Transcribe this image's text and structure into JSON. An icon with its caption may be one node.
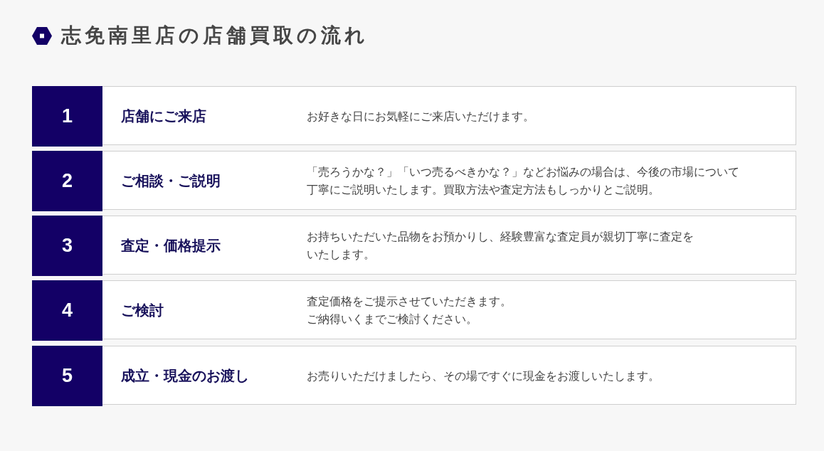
{
  "diagram": {
    "title": "志免南里店の店舗買取の流れ",
    "nodes": [
      {
        "text": [
          "店舗にご来店",
          "お好きな日にお気軽にご来店いただけます。"
        ]
      },
      {
        "text": [
          "1"
        ],
        "in": 0
      },
      {
        "text": [
          "ご相談・ご説明",
          "「売ろうかな？」「いつ売るべきかな？」などお悩みの場合は、今後の市場について丁寧にご説明いたします。買取方法や査定方法もしっかりとご説明。"
        ]
      },
      {
        "text": [
          "2"
        ],
        "in": 2
      },
      {
        "text": [
          "査定・価格提示",
          "お持ちいただいた品物をお預かりし、経験豊富な査定員が親切丁寧に査定をいたします。"
        ]
      },
      {
        "text": [
          "3"
        ],
        "in": 4
      },
      {
        "text": [
          "ご検討",
          "査定価格をご提示させていただきます。ご納得いくまでご検討ください。"
        ]
      },
      {
        "text": [
          "4"
        ],
        "in": 6
      },
      {
        "text": [
          "成立・現金のお渡し",
          "お売りいただけましたら、その場ですぐに現金をお渡しいたします。"
        ]
      },
      {
        "text": [
          "5"
        ],
        "in": 8
      }
    ],
    "edges": []
  }
}
